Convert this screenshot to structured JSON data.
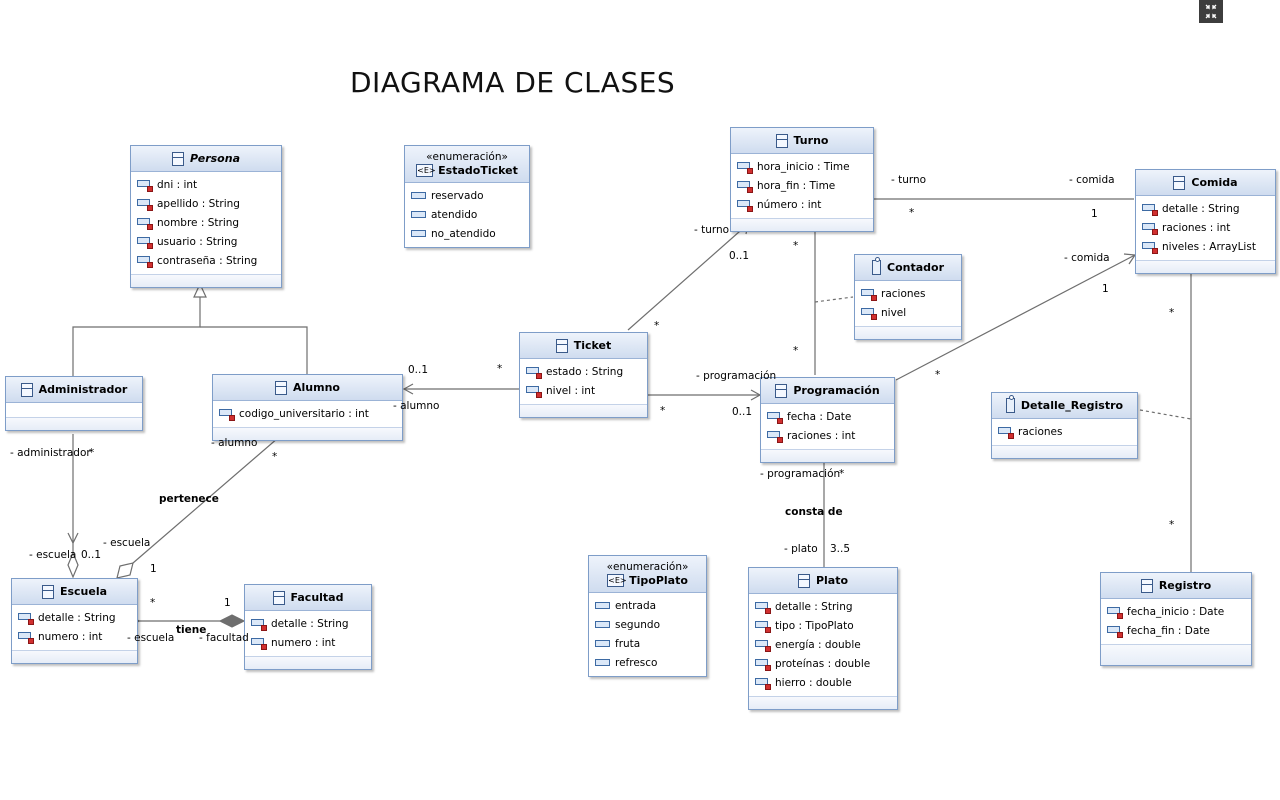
{
  "title": "DIAGRAMA DE CLASES",
  "classes": {
    "persona": {
      "name": "Persona",
      "attrs": [
        "dni : int",
        "apellido : String",
        "nombre : String",
        "usuario : String",
        "contraseña : String"
      ]
    },
    "estado_ticket": {
      "stereotype": "«enumeración»",
      "name": "EstadoTicket",
      "literals": [
        "reservado",
        "atendido",
        "no_atendido"
      ]
    },
    "turno": {
      "name": "Turno",
      "attrs": [
        "hora_inicio : Time",
        "hora_fin : Time",
        "número : int"
      ]
    },
    "comida": {
      "name": "Comida",
      "attrs": [
        "detalle : String",
        "raciones : int",
        "niveles : ArrayList"
      ]
    },
    "contador": {
      "name": "Contador",
      "attrs": [
        "raciones",
        "nivel"
      ]
    },
    "ticket": {
      "name": "Ticket",
      "attrs": [
        "estado : String",
        "nivel : int"
      ]
    },
    "administrador": {
      "name": "Administrador",
      "attrs": []
    },
    "alumno": {
      "name": "Alumno",
      "attrs": [
        "codigo_universitario : int"
      ]
    },
    "programacion": {
      "name": "Programación",
      "attrs": [
        "fecha : Date",
        "raciones : int"
      ]
    },
    "detalle_registro": {
      "name": "Detalle_Registro",
      "attrs": [
        "raciones"
      ]
    },
    "escuela": {
      "name": "Escuela",
      "attrs": [
        "detalle : String",
        "numero : int"
      ]
    },
    "facultad": {
      "name": "Facultad",
      "attrs": [
        "detalle : String",
        "numero : int"
      ]
    },
    "tipo_plato": {
      "stereotype": "«enumeración»",
      "name": "TipoPlato",
      "literals": [
        "entrada",
        "segundo",
        "fruta",
        "refresco"
      ]
    },
    "plato": {
      "name": "Plato",
      "attrs": [
        "detalle : String",
        "tipo : TipoPlato",
        "energía : double",
        "proteínas : double",
        "hierro : double"
      ]
    },
    "registro": {
      "name": "Registro",
      "attrs": [
        "fecha_inicio : Date",
        "fecha_fin : Date"
      ]
    }
  },
  "labels": {
    "turno_comida_turno": "- turno",
    "turno_comida_comida": "- comida",
    "turno_comida_star": "*",
    "turno_comida_one": "1",
    "ticket_turno_role": "- turno",
    "ticket_turno_mult": "0..1",
    "ticket_turno_star": "*",
    "turno_prog_star1": "*",
    "turno_prog_star2": "*",
    "prog_comida_role": "- comida",
    "prog_comida_one": "1",
    "prog_comida_star": "*",
    "comida_registro_star1": "*",
    "comida_registro_star2": "*",
    "ticket_alumno_mult": "0..1",
    "ticket_alumno_star": "*",
    "ticket_alumno_role": "- alumno",
    "ticket_prog_role": "- programación",
    "ticket_prog_star": "*",
    "ticket_prog_mult": "0..1",
    "admin_role": "- administrador",
    "admin_star": "*",
    "admin_escuela_role": "- escuela",
    "admin_escuela_mult": "0..1",
    "alumno_role": "- alumno",
    "alumno_star": "*",
    "pertenece": "pertenece",
    "alumno_escuela_role": "- escuela",
    "alumno_escuela_one": "1",
    "esc_fac_star": "*",
    "esc_fac_one": "1",
    "esc_fac_escuela": "- escuela",
    "tiene": "tiene",
    "esc_fac_facultad": "- facultad",
    "prog_plato_role": "- programación",
    "prog_plato_star": "*",
    "consta_de": "consta de",
    "plato_role": "- plato",
    "plato_mult": "3..5"
  },
  "colors": {
    "header_top": "#eef3fb",
    "header_bottom": "#cfdcef",
    "border": "#7e9dc8",
    "line": "#6e6e6e"
  },
  "icons": {
    "class": "class-icon",
    "enumeration": "enumeration-icon",
    "attribute": "attribute-icon",
    "literal": "enum-literal-icon",
    "annotation": "annotation-class-icon",
    "fullscreen": "exit-fullscreen-icon"
  }
}
